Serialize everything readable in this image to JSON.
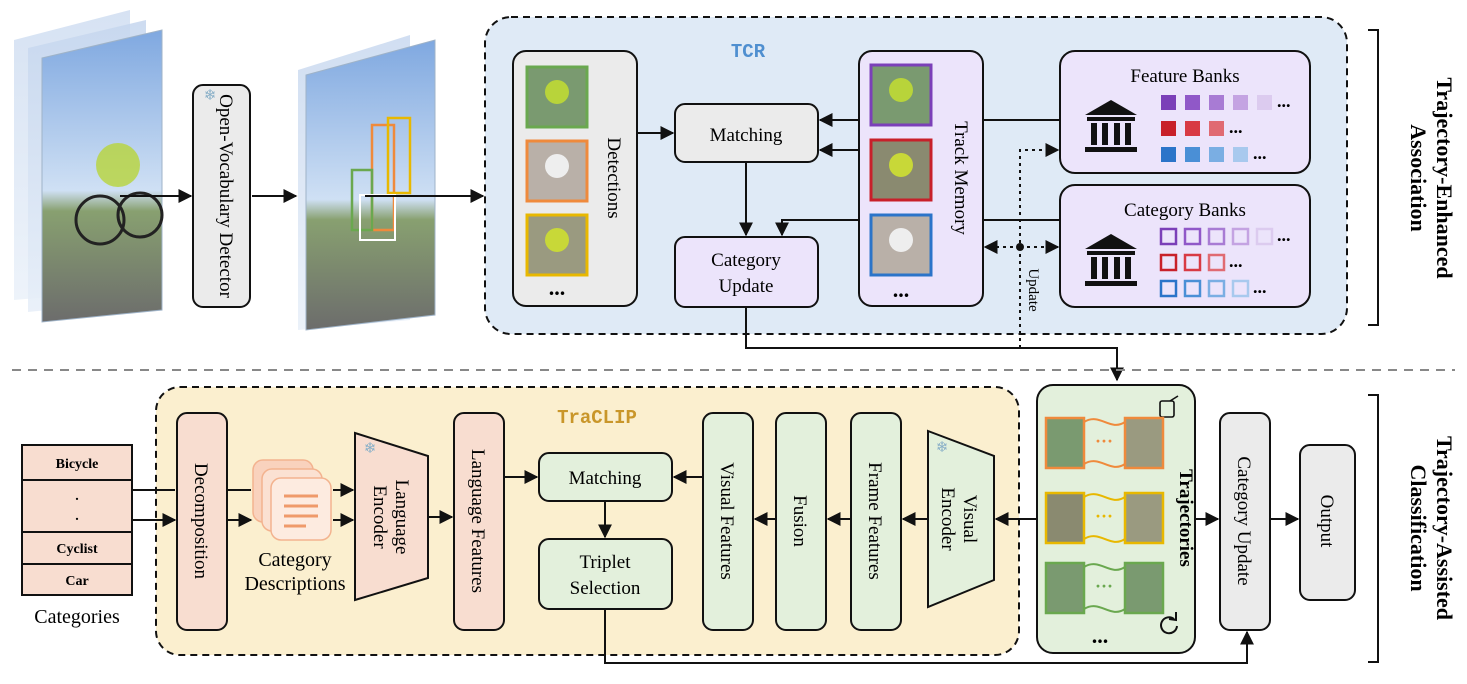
{
  "colors": {
    "tcr_bg": "#dfeaf6",
    "traclip_bg": "#fbefcf",
    "purple_box": "#ece4fb",
    "gray_box": "#ebebeb",
    "pink_box": "#f8ddd0",
    "green_box": "#e3f0dc",
    "tcr_title": "#4f8fd0",
    "traclip_title": "#c9962a",
    "purple": "#7b3fb8",
    "red": "#c8202a",
    "blue": "#2b74c9",
    "orange": "#ef8a3c",
    "green": "#6aa84f",
    "yellow": "#e8b800"
  },
  "icons": [
    "frozen-snowflake-icon",
    "bank-building-icon",
    "fire-trainable-icon",
    "refresh-icon"
  ],
  "top": {
    "title": "TCR",
    "detector": "Open-Vocabulary Detector",
    "detections": "Detections",
    "matching": "Matching",
    "category_update": "Category Update",
    "track_memory": "Track Memory",
    "feature_banks": "Feature Banks",
    "category_banks": "Category Banks",
    "update": "Update",
    "side_label": "Trajectory-Enhanced Association",
    "ellipsis": "...",
    "bank_more": "..."
  },
  "bottom": {
    "title": "TraCLIP",
    "categories_list": [
      "Bicycle",
      ".",
      ".",
      "Cyclist",
      "Car"
    ],
    "categories_caption": "Categories",
    "decomposition": "Decomposition",
    "category_descriptions": "Category Descriptions",
    "language_encoder": "Language Encoder",
    "language_features": "Language Features",
    "matching": "Matching",
    "triplet_selection": "Triplet Selection",
    "visual_features": "Visual Features",
    "fusion": "Fusion",
    "frame_features": "Frame Features",
    "visual_encoder": "Visual Encoder",
    "trajectories": "Trajectories",
    "traj_ellipsis": "...",
    "category_update": "Category Update",
    "output": "Output",
    "side_label": "Trajectory-Assisted Classification"
  }
}
